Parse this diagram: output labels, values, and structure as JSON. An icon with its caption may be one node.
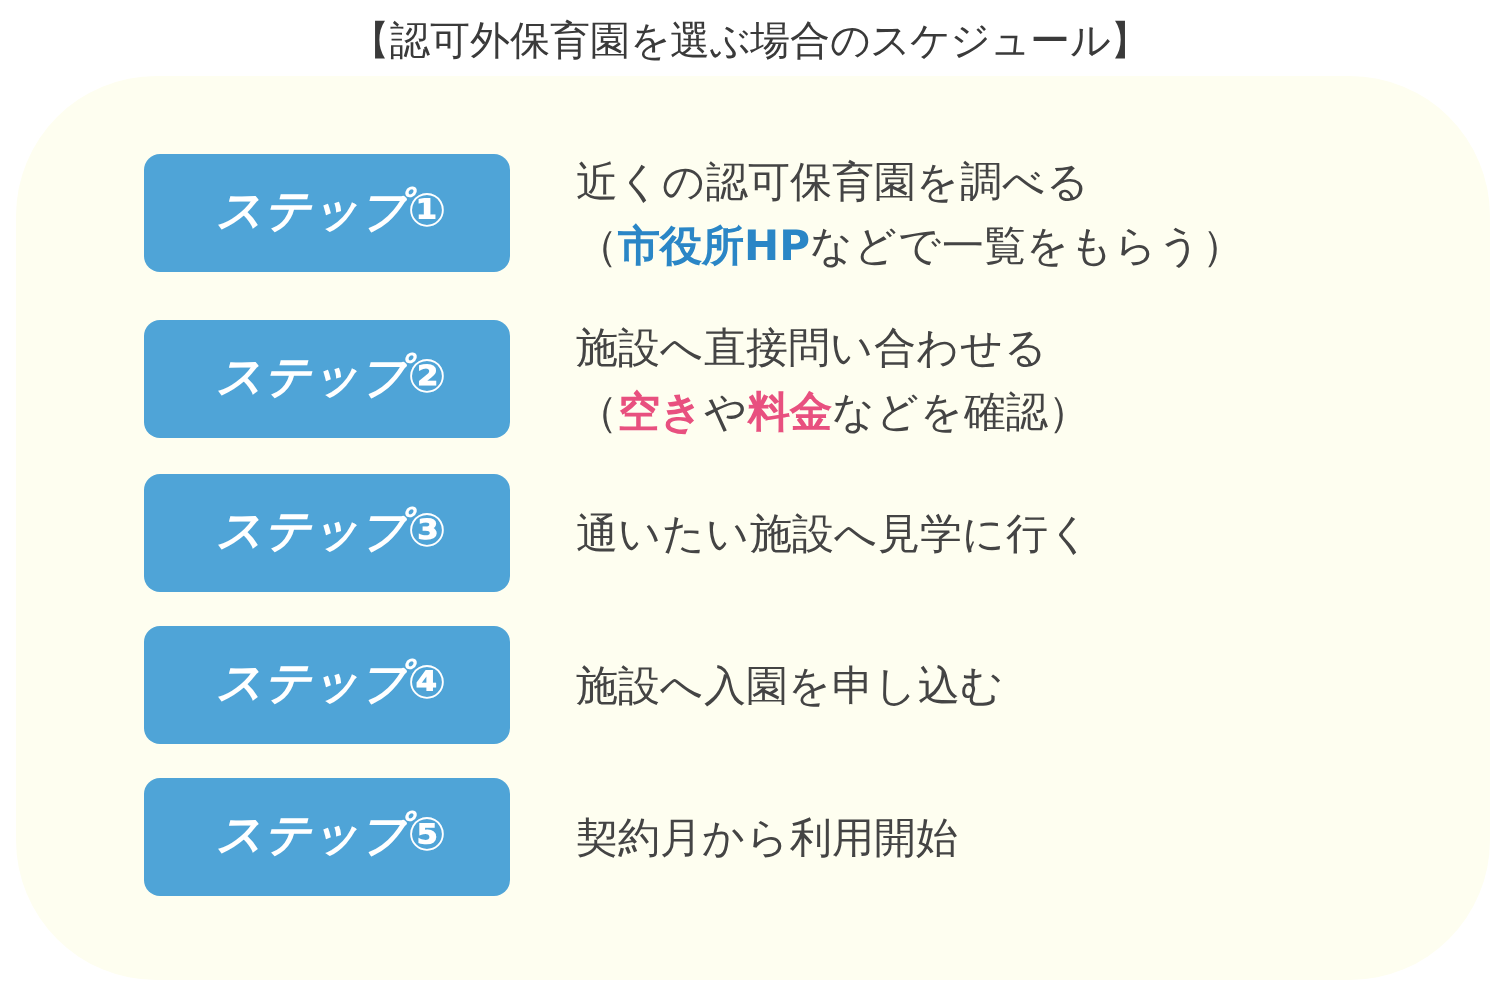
{
  "diagram": {
    "title": "【認可外保育園を選ぶ場合のスケジュール】",
    "nodes": [
      {
        "text": [
          "ステップ①"
        ],
        "beside": [
          "近くの認可保育園を調べる",
          "（**市役所HP**などで一覧をもらう）"
        ]
      },
      {
        "text": [
          "ステップ②"
        ],
        "beside": [
          "施設へ直接問い合わせる",
          "（**空き**や**料金**などを確認）"
        ]
      },
      {
        "text": [
          "ステップ③"
        ],
        "beside": [
          "通いたい施設へ見学に行く"
        ]
      },
      {
        "text": [
          "ステップ④"
        ],
        "beside": [
          "施設へ入園を申し込む"
        ]
      },
      {
        "text": [
          "ステップ⑤"
        ],
        "beside": [
          "契約月から利用開始"
        ]
      }
    ]
  }
}
